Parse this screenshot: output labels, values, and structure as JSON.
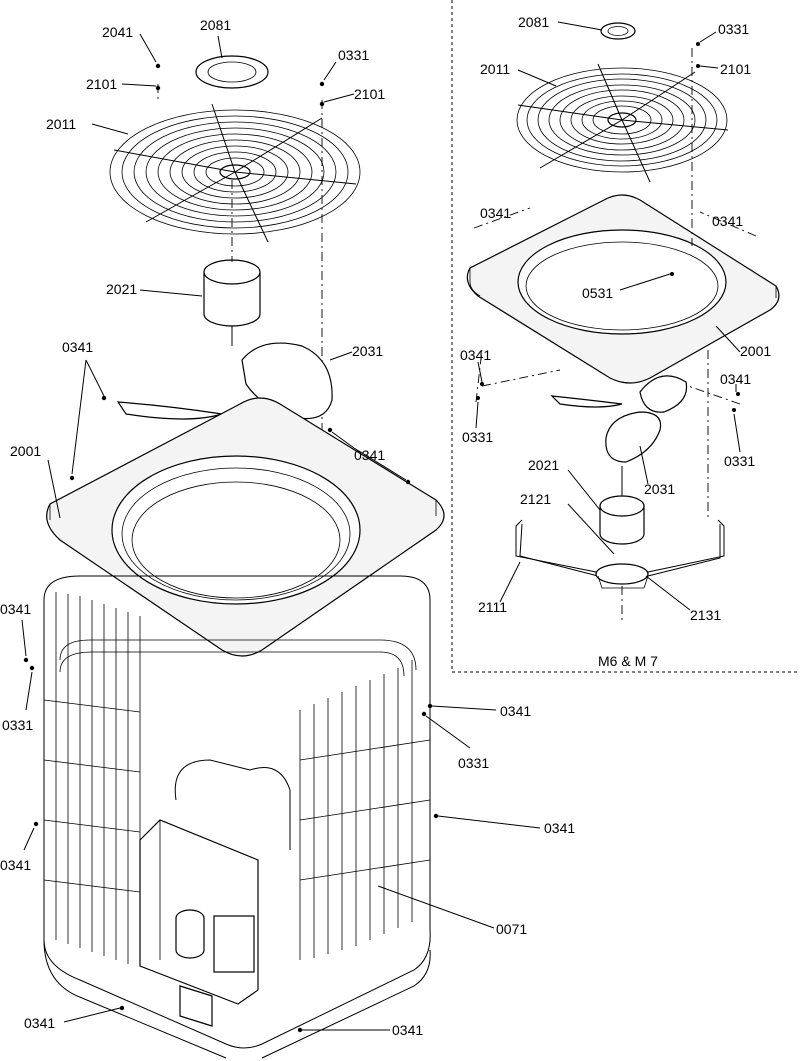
{
  "diagram": {
    "inset_caption": "M6 & M 7",
    "main_labels": [
      "2041",
      "2081",
      "0331",
      "2101",
      "2101",
      "2011",
      "2021",
      "0341",
      "2031",
      "2001",
      "0341",
      "0341",
      "0331",
      "0341",
      "0331",
      "0341",
      "0341",
      "0071",
      "0341",
      "0341"
    ],
    "inset_labels": [
      "2081",
      "0331",
      "2011",
      "2101",
      "0341",
      "0341",
      "0531",
      "0341",
      "2001",
      "0341",
      "0331",
      "0331",
      "2021",
      "2031",
      "2121",
      "2111",
      "2131"
    ]
  }
}
